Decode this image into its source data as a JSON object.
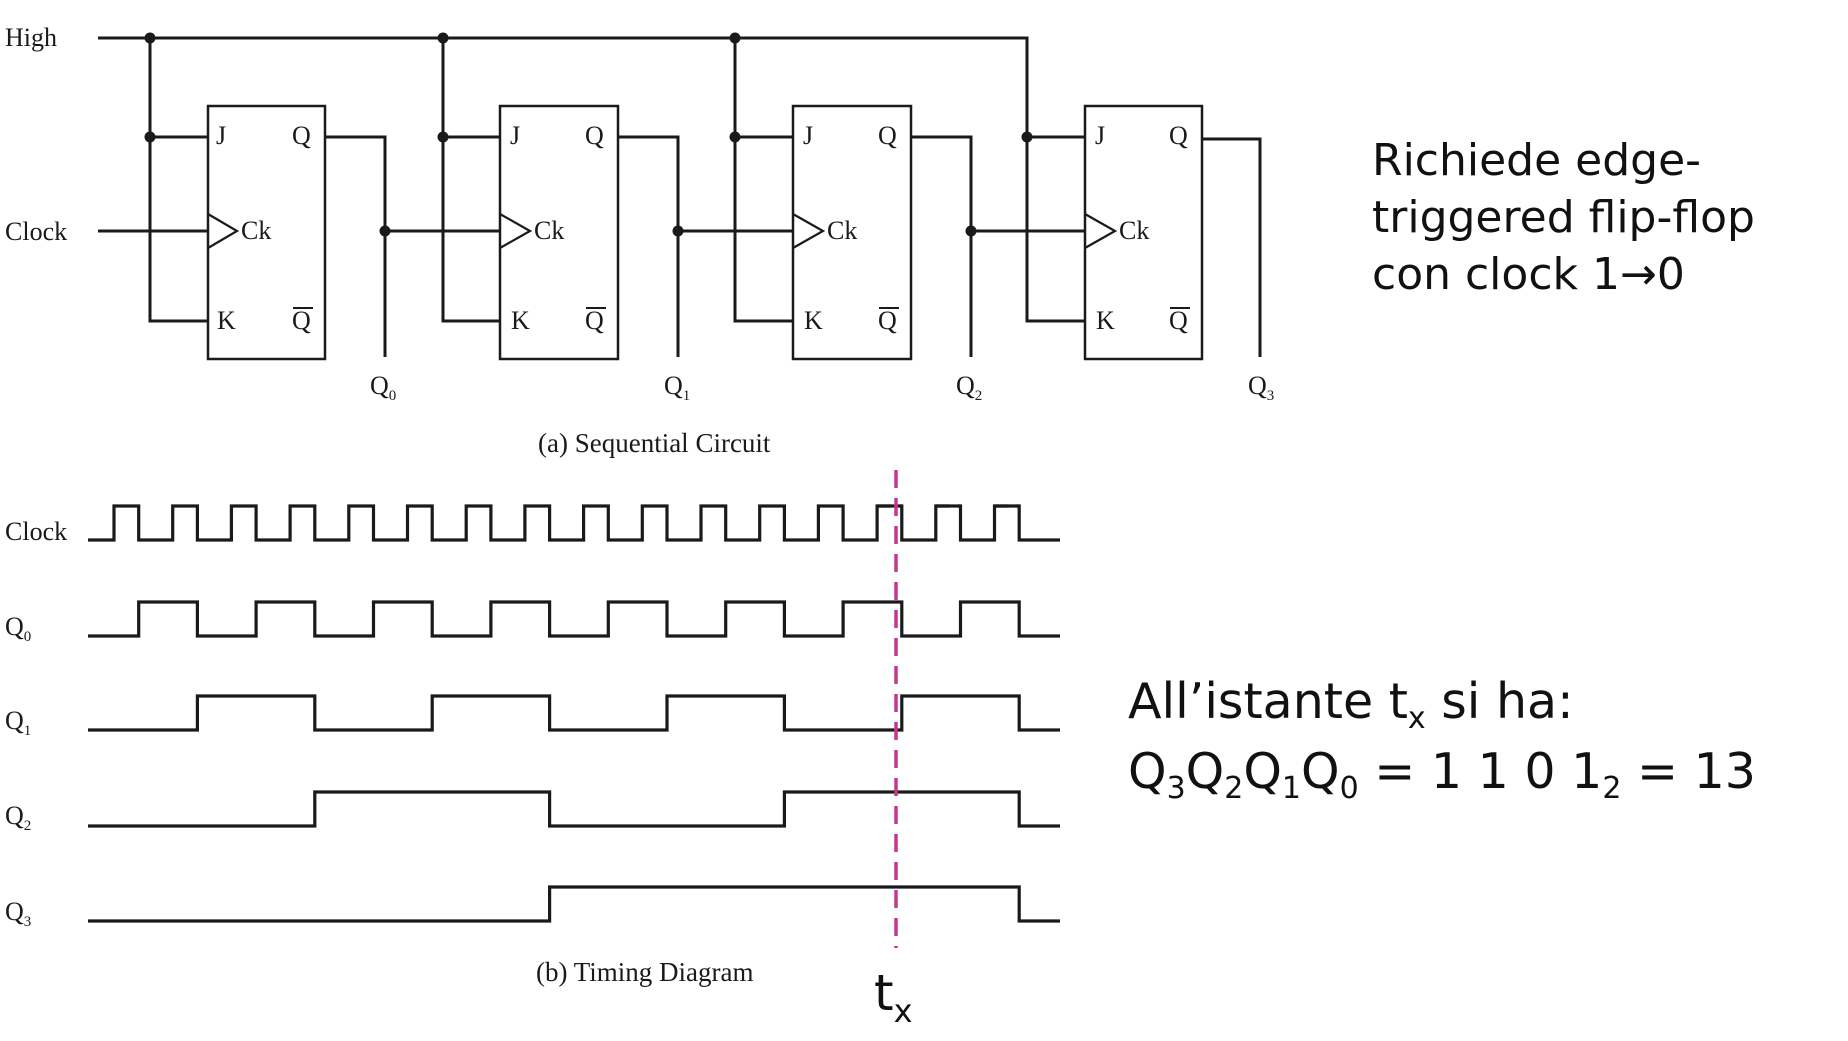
{
  "circuit": {
    "high_label": "High",
    "clock_label": "Clock",
    "flipflops": [
      {
        "j": "J",
        "k": "K",
        "q": "Q",
        "qbar": "Q",
        "ck": "Ck",
        "out_main": "Q",
        "out_sub": "0"
      },
      {
        "j": "J",
        "k": "K",
        "q": "Q",
        "qbar": "Q",
        "ck": "Ck",
        "out_main": "Q",
        "out_sub": "1"
      },
      {
        "j": "J",
        "k": "K",
        "q": "Q",
        "qbar": "Q",
        "ck": "Ck",
        "out_main": "Q",
        "out_sub": "2"
      },
      {
        "j": "J",
        "k": "K",
        "q": "Q",
        "qbar": "Q",
        "ck": "Ck",
        "out_main": "Q",
        "out_sub": "3"
      }
    ],
    "caption": "(a) Sequential Circuit"
  },
  "timing": {
    "caption": "(b) Timing Diagram",
    "signals": [
      {
        "name": "Clock",
        "main": "Clock",
        "sub": ""
      },
      {
        "name": "Q0",
        "main": "Q",
        "sub": "0"
      },
      {
        "name": "Q1",
        "main": "Q",
        "sub": "1"
      },
      {
        "name": "Q2",
        "main": "Q",
        "sub": "2"
      },
      {
        "name": "Q3",
        "main": "Q",
        "sub": "3"
      }
    ],
    "marker_main": "t",
    "marker_sub": "x",
    "marker_color": "#c2388f"
  },
  "notes": {
    "note1_lines": [
      "Richiede edge-",
      "triggered flip-flop",
      "con clock 1→0"
    ],
    "note2_line1_pre": "All’istante t",
    "note2_line1_sub": "x",
    "note2_line1_post": " si ha:",
    "note2_line2": [
      {
        "t": "Q",
        "s": "3"
      },
      {
        "t": "Q",
        "s": "2"
      },
      {
        "t": "Q",
        "s": "1"
      },
      {
        "t": "Q",
        "s": "0"
      },
      {
        "t": " =  1 1 0 1",
        "s": "2"
      },
      {
        "t": " = 13",
        "s": ""
      }
    ]
  }
}
